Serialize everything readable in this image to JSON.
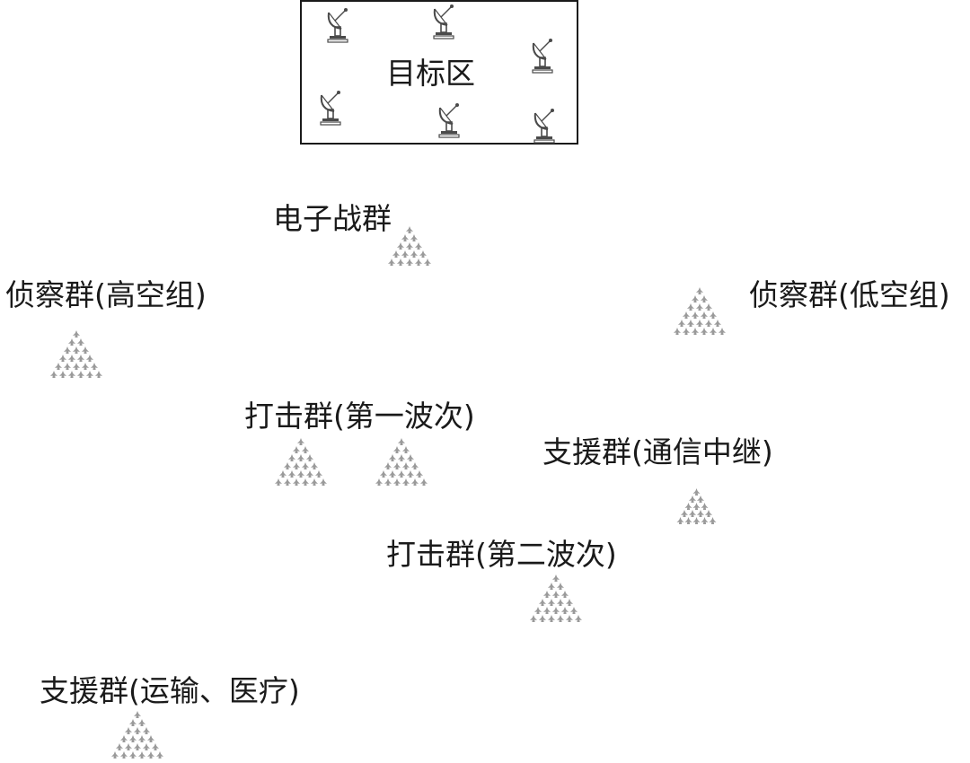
{
  "target_zone": {
    "label": "目标区",
    "icon": "radar-dish-icon",
    "dish_count": 6
  },
  "groups": [
    {
      "id": "ew",
      "label": "电子战群"
    },
    {
      "id": "recon-high",
      "label": "侦察群(高空组)"
    },
    {
      "id": "recon-low",
      "label": "侦察群(低空组)"
    },
    {
      "id": "strike-1",
      "label": "打击群(第一波次)"
    },
    {
      "id": "support-relay",
      "label": "支援群(通信中继)"
    },
    {
      "id": "strike-2",
      "label": "打击群(第二波次)"
    },
    {
      "id": "support-transport",
      "label": "支援群(运输、医疗)"
    }
  ],
  "colors": {
    "text": "#1a1a1a",
    "drone": "#9a9a9a",
    "dish": "#4a4a4a",
    "border": "#1a1a1a"
  },
  "drone_icon": "drone-icon"
}
